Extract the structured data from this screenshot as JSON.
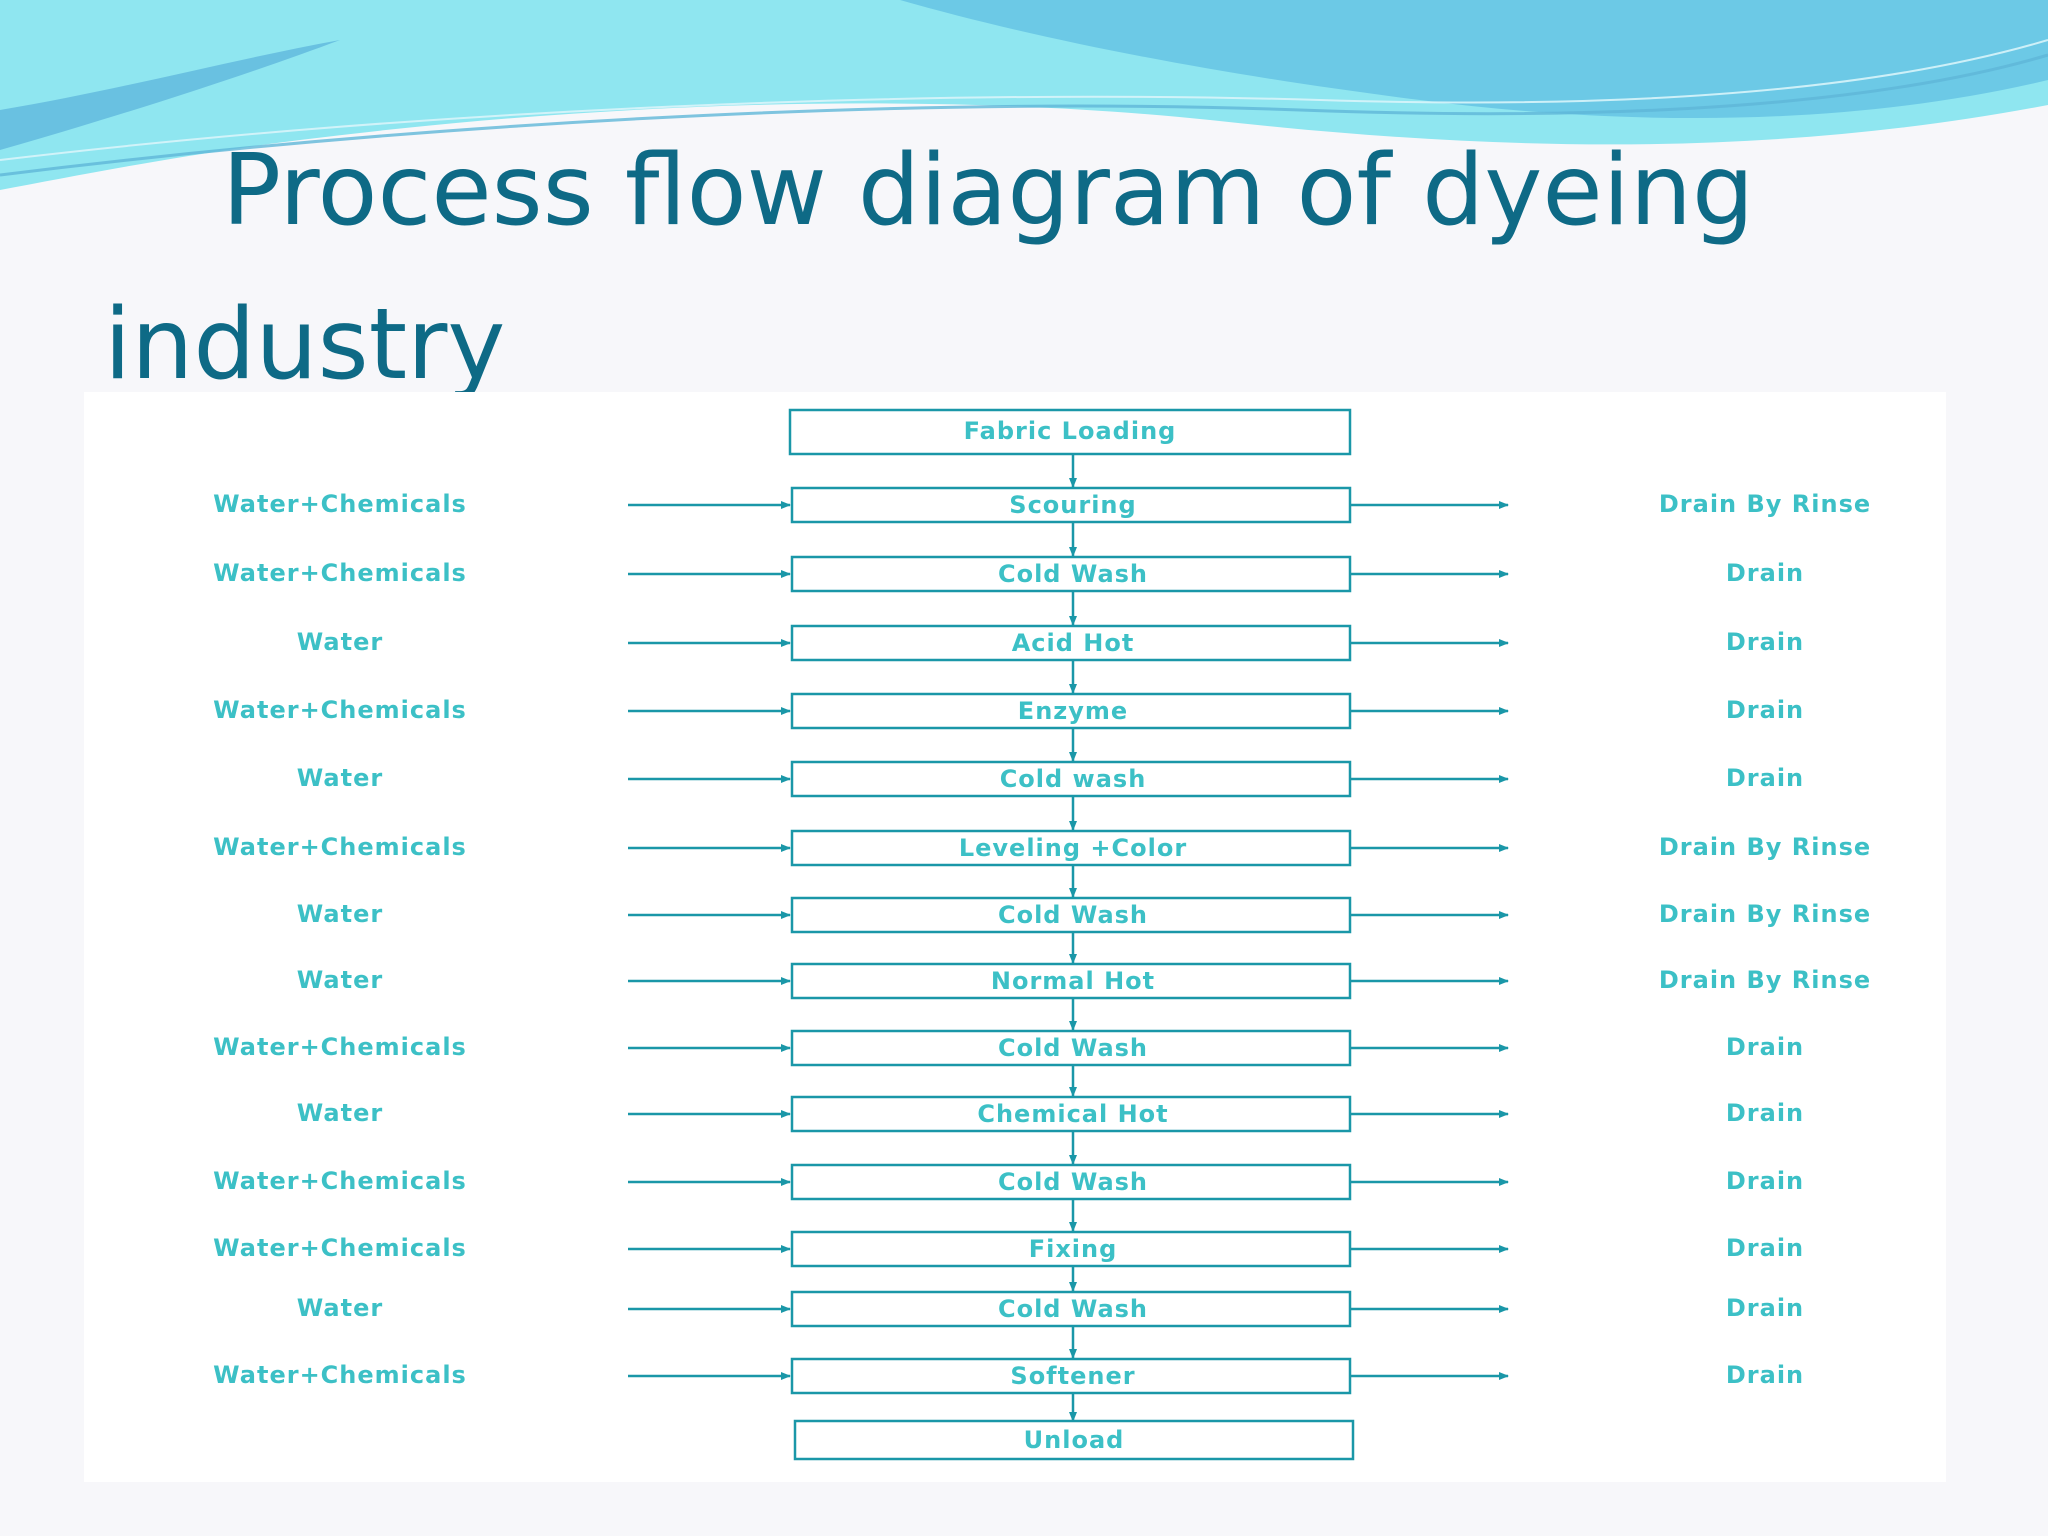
{
  "slide": {
    "title_line1": "Process flow diagram  of dyeing",
    "title_line2": "industry"
  },
  "colors": {
    "title": "#0e6a86",
    "diagram_text": "#3cc0c6",
    "diagram_lines": "#1a97a8",
    "wave_light": "#8fe6f0",
    "wave_mid": "#6cc9e6",
    "wave_dark": "#4aa3d6"
  },
  "diagram": {
    "start": "Fabric Loading",
    "end": "Unload",
    "steps": [
      {
        "input": "Water+Chemicals",
        "process": "Scouring",
        "output": "Drain By Rinse"
      },
      {
        "input": "Water+Chemicals",
        "process": "Cold Wash",
        "output": "Drain"
      },
      {
        "input": "Water",
        "process": "Acid Hot",
        "output": "Drain"
      },
      {
        "input": "Water+Chemicals",
        "process": "Enzyme",
        "output": "Drain"
      },
      {
        "input": "Water",
        "process": "Cold wash",
        "output": "Drain"
      },
      {
        "input": "Water+Chemicals",
        "process": "Leveling +Color",
        "output": "Drain By Rinse"
      },
      {
        "input": "Water",
        "process": "Cold Wash",
        "output": "Drain By Rinse"
      },
      {
        "input": "Water",
        "process": "Normal Hot",
        "output": "Drain By Rinse"
      },
      {
        "input": "Water+Chemicals",
        "process": "Cold Wash",
        "output": "Drain"
      },
      {
        "input": "Water",
        "process": "Chemical Hot",
        "output": "Drain"
      },
      {
        "input": "Water+Chemicals",
        "process": "Cold Wash",
        "output": "Drain"
      },
      {
        "input": "Water+Chemicals",
        "process": "Fixing",
        "output": "Drain"
      },
      {
        "input": "Water",
        "process": "Cold Wash",
        "output": "Drain"
      },
      {
        "input": "Water+Chemicals",
        "process": "Softener",
        "output": "Drain"
      }
    ]
  }
}
